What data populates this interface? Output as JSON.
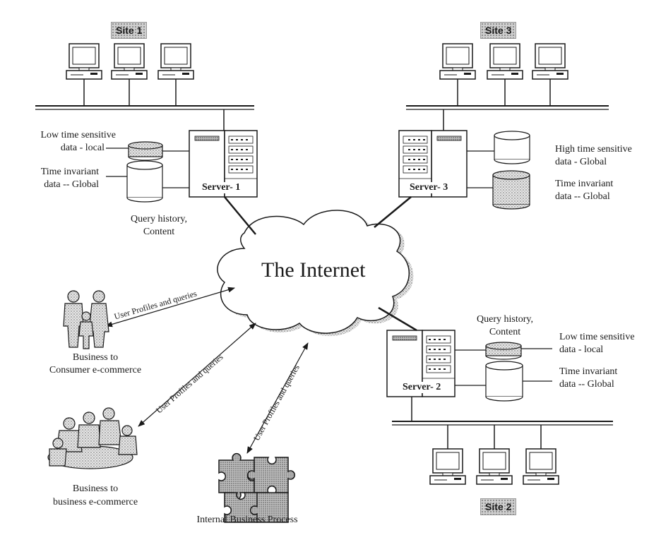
{
  "diagram": {
    "cloud_label": "The Internet",
    "sites": {
      "site1": "Site 1",
      "site2": "Site 2",
      "site3": "Site 3"
    },
    "servers": {
      "server1": {
        "label": "Server- 1",
        "caption_line1": "Query history,",
        "caption_line2": "Content",
        "db_top_line1": "Low time sensitive",
        "db_top_line2": "data - local",
        "db_bottom_line1": "Time invariant",
        "db_bottom_line2": "data -- Global"
      },
      "server2": {
        "label": "Server- 2",
        "caption_line1": "Query history,",
        "caption_line2": "Content",
        "db_top_line1": "Low time sensitive",
        "db_top_line2": "data - local",
        "db_bottom_line1": "Time invariant",
        "db_bottom_line2": "data -- Global"
      },
      "server3": {
        "label": "Server- 3",
        "db_top_line1": "High time sensitive",
        "db_top_line2": "data - Global",
        "db_bottom_line1": "Time invariant",
        "db_bottom_line2": "data -- Global"
      }
    },
    "clients": {
      "b2c_line1": "Business to",
      "b2c_line2": "Consumer e-commerce",
      "b2b_line1": "Business to",
      "b2b_line2": "business e-commerce",
      "internal": "Internal Business Process"
    },
    "edge_label": "User Profiles and queries",
    "colors": {
      "ink": "#1a1a1a",
      "stipple": "#8a8a8a",
      "paper": "#ffffff"
    }
  }
}
